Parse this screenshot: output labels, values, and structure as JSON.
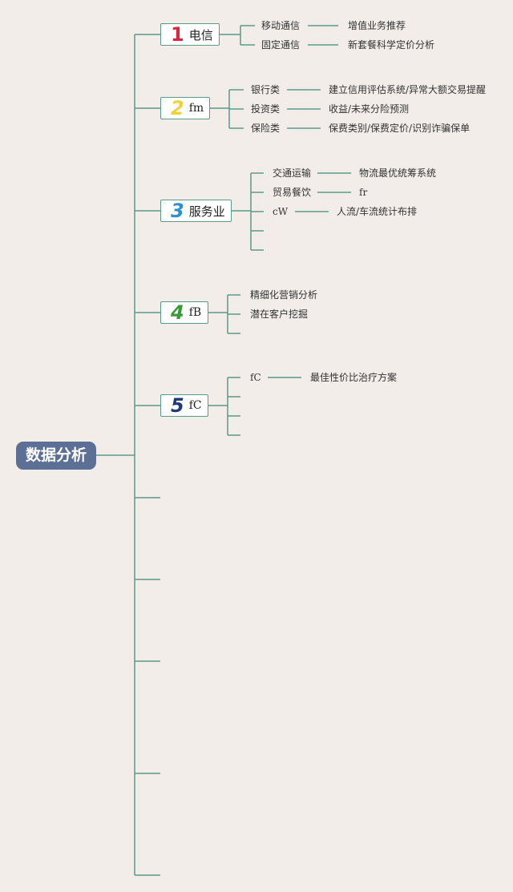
{
  "root": {
    "label": "数据分析"
  },
  "branches": [
    {
      "number": "1",
      "number_color": "#d7263d",
      "label": "电信",
      "children": [
        {
          "label": "移动通信",
          "detail": "增值业务推荐"
        },
        {
          "label": "固定通信",
          "detail": "新套餐科学定价分析"
        }
      ]
    },
    {
      "number": "2",
      "number_color": "#f0d13c",
      "label": "fm",
      "children": [
        {
          "label": "银行类",
          "detail": "建立信用评估系统/异常大额交易提醒"
        },
        {
          "label": "投资类",
          "detail": "收益/未来分险预测"
        },
        {
          "label": "保险类",
          "detail": "保费类别/保费定价/识别诈骗保单"
        }
      ]
    },
    {
      "number": "3",
      "number_color": "#2b8fd1",
      "label": "服务业",
      "children": [
        {
          "label": "交通运输",
          "detail": "物流最优统筹系统"
        },
        {
          "label": "贸易餐饮",
          "detail": "fr"
        },
        {
          "label": "cW",
          "detail": "人流/车流统计布排"
        },
        {
          "label": "",
          "detail": ""
        },
        {
          "label": "",
          "detail": ""
        }
      ]
    },
    {
      "number": "4",
      "number_color": "#3a9a3a",
      "label": "fB",
      "children": [
        {
          "label": "精细化营销分析",
          "detail": ""
        },
        {
          "label": "潜在客户挖掘",
          "detail": ""
        },
        {
          "label": "",
          "detail": ""
        }
      ]
    },
    {
      "number": "5",
      "number_color": "#1f3a7a",
      "label": "fC",
      "children": [
        {
          "label": "fC",
          "detail": "最佳性价比治疗方案"
        },
        {
          "label": "",
          "detail": ""
        },
        {
          "label": "",
          "detail": ""
        },
        {
          "label": "",
          "detail": ""
        }
      ]
    }
  ],
  "empty_branch_count": 5,
  "colors": {
    "line": "#5a9a88",
    "background": "#f2ede8",
    "root_fill": "#5c6f95"
  }
}
